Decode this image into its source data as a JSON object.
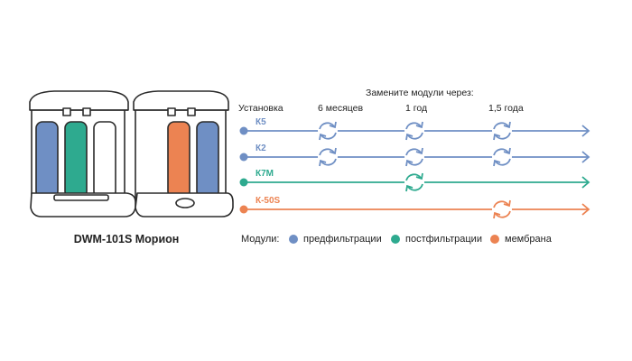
{
  "colors": {
    "prefilter": "#6f8fc4",
    "postfilter": "#2eaa8f",
    "membrane": "#ec8352",
    "outline": "#2b2b2b"
  },
  "product": {
    "name": "DWM-101S Морион"
  },
  "timeline": {
    "header": "Замените модули через:",
    "columns": [
      "Установка",
      "6 месяцев",
      "1 год",
      "1,5 года"
    ],
    "rows": [
      {
        "module": "К5",
        "type": "prefilter",
        "replace_at": [
          1,
          2,
          3
        ]
      },
      {
        "module": "К2",
        "type": "prefilter",
        "replace_at": [
          1,
          2,
          3
        ]
      },
      {
        "module": "К7М",
        "type": "postfilter",
        "replace_at": [
          2
        ]
      },
      {
        "module": "К-50S",
        "type": "membrane",
        "replace_at": [
          3
        ]
      }
    ]
  },
  "legend": {
    "label": "Модули:",
    "items": [
      {
        "type": "prefilter",
        "label": "предфильтрации"
      },
      {
        "type": "postfilter",
        "label": "постфильтрации"
      },
      {
        "type": "membrane",
        "label": "мембрана"
      }
    ]
  }
}
